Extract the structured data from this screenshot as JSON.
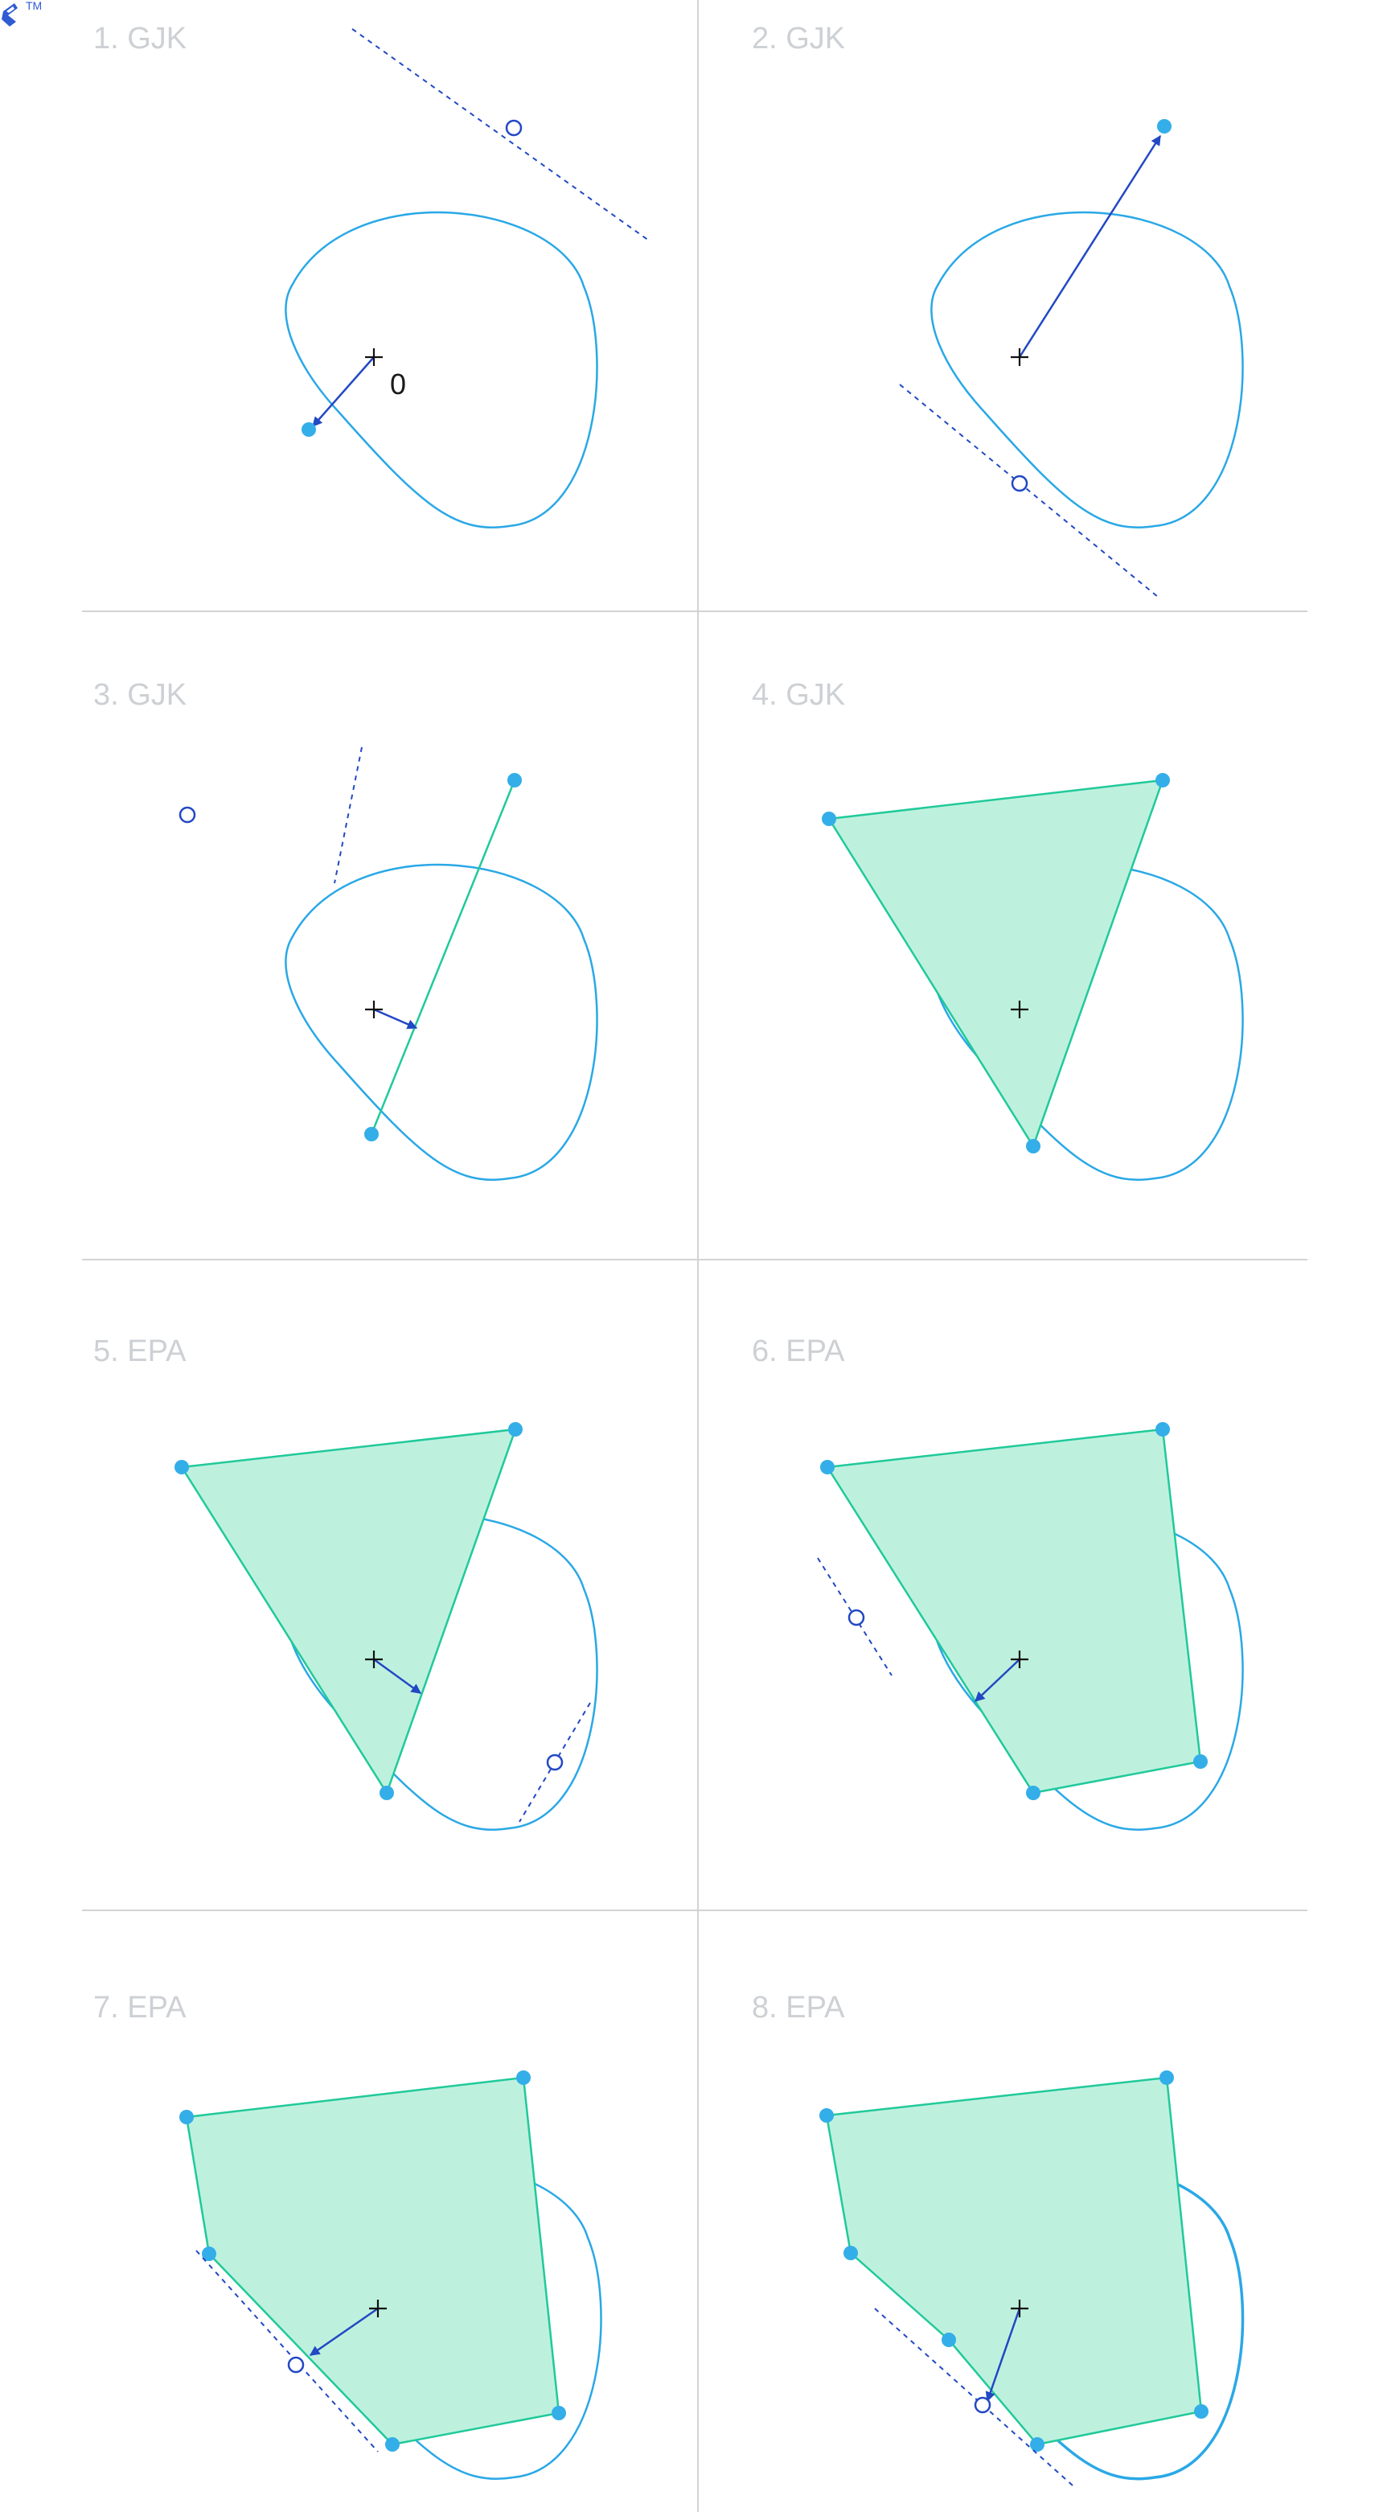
{
  "logo": {
    "name": "toptal",
    "mark": "TM",
    "color": "#2f5bd3"
  },
  "colors": {
    "shape_stroke": "#2aa8e6",
    "point_fill": "#33aee8",
    "simplex_stroke": "#21c99a",
    "simplex_fill": "#bdf1de",
    "arrow": "#2248c4",
    "support_line": "#2248c4",
    "grid": "#d3d3d3",
    "title": "#cdd0d4",
    "origin_cross": "#111111"
  },
  "panels": [
    {
      "title": "1. GJK",
      "origin_label": "0",
      "simplex": "none"
    },
    {
      "title": "2. GJK",
      "origin_label": "",
      "simplex": "none"
    },
    {
      "title": "3. GJK",
      "origin_label": "",
      "simplex": "segment"
    },
    {
      "title": "4. GJK",
      "origin_label": "",
      "simplex": "triangle"
    },
    {
      "title": "5. EPA",
      "origin_label": "",
      "simplex": "triangle"
    },
    {
      "title": "6. EPA",
      "origin_label": "",
      "simplex": "quadrilateral"
    },
    {
      "title": "7. EPA",
      "origin_label": "",
      "simplex": "pentagon"
    },
    {
      "title": "8. EPA",
      "origin_label": "",
      "simplex": "hexagon"
    }
  ]
}
